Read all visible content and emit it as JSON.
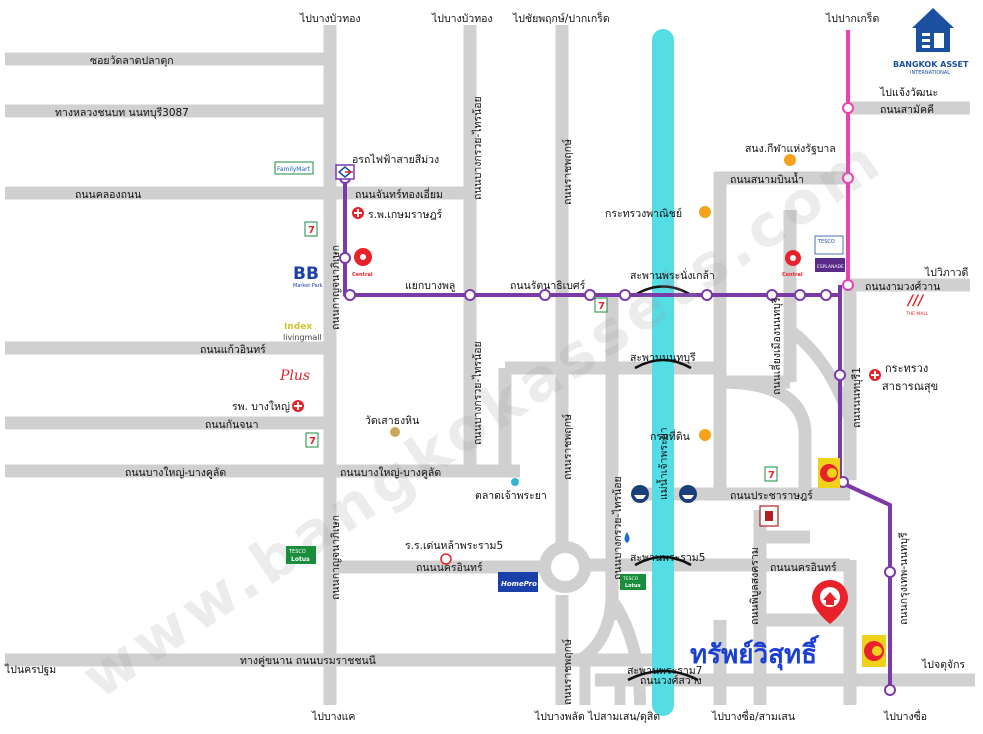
{
  "title": "ทรัพย์วิสุทธิ์",
  "brand": {
    "name": "BANGKOK ASSET",
    "sub": "INTERNATIONAL"
  },
  "watermark": "www.bangkokassets.com",
  "colors": {
    "road": "#cfcfcf",
    "river": "#55dde6",
    "purple_line": "#7b3aa8",
    "pink_line": "#ec3fb6",
    "marker_red": "#e8222a",
    "orange_dot": "#f6a21d"
  },
  "roads": {
    "soi_wat_lat_pla_duk": "ซอยวัดลาดปลาดุก",
    "rural_road_3087": "ทางหลวงชนบท นนทบุรี3087",
    "khlong_thanon": "ถนนคลองถนน",
    "chan_thong_iam": "ถนนจันทร์ทองเอี่ยม",
    "yaek_bang_phlu": "แยกบางพลู",
    "rattanathibet": "ถนนรัตนาธิเบศร์",
    "kaew_in": "ถนนแก้วอินทร์",
    "kanchana": "ถนนกันจนา",
    "bang_yai_bang_khu_lat_w": "ถนนบางใหญ่-บางคูลัด",
    "bang_yai_bang_khu_lat_e": "ถนนบางใหญ่-บางคูลัด",
    "nakhon_in_w": "ถนนนครอินทร์",
    "nakhon_in_e": "ถนนนครอินทร์",
    "parallel_borommaratchachonnani": "ทางคู่ขนาน ถนนบรมราชชนนี",
    "kanchanaphisek_top": "ถนนกาญจนาภิเษก",
    "kanchanaphisek_bottom": "ถนนกาญจนาภิเษก",
    "bang_kruai_sai_noi_top": "ถนนบางกรวย-ไทรน้อย",
    "bang_kruai_sai_noi_mid": "ถนนบางกรวย-ไทรน้อย",
    "bang_kruai_sai_noi_low": "ถนนบางกรวย-ไทรน้อย",
    "ratchaphruek_top": "ถนนราชพฤกษ์",
    "ratchaphruek_mid": "ถนนราชพฤกษ์",
    "ratchaphruek_low": "ถนนราชพฤกษ์",
    "sanambin_nam": "ถนนสนามบินน้ำ",
    "liang_mueang_nonthaburi": "ถนนเลี่ยงเมืองนนทบุรี",
    "ngam_wong_wan": "ถนนงามวงศ์วาน",
    "samakkhi": "ถนนสามัคคี",
    "nonthaburi_1": "ถนนนนทบุรี1",
    "pracharat": "ถนนประชาราษฎร์",
    "phibun_songkhram": "ถนนพิบูลสงคราม",
    "krung_thep_nonthaburi": "ถนนกรุงเทพ-นนทบุรี",
    "wong_sawang": "ถนนวงศ์สว่าง",
    "river": "แม่น้ำเจ้าพระยา"
  },
  "bridges": {
    "phra_nang_klao": "สะพานพระนั่งเกล้า",
    "nonthaburi": "สะพานนนทบุรี",
    "rama5": "สะพานพระราม5",
    "rama7": "สะพานพระราม7"
  },
  "destinations": {
    "bang_bua_thong_1": "ไปบางบัวทอง",
    "bang_bua_thong_2": "ไปบางบัวทอง",
    "chaiyaphruek_pak_kret": "ไปชัยพฤกษ์/ปากเกร็ด",
    "pak_kret": "ไปปากเกร็ด",
    "chaeng_watthana": "ไปแจ้งวัฒนะ",
    "vibhavadi": "ไปวิภาวดี",
    "nakhon_pathom": "ไปนครปฐม",
    "bang_khae": "ไปบางแค",
    "bang_phlat_sam_sen": "ไปบางพลัด ไปสามเสน/ดุสิต",
    "bang_sue_sam_sen": "ไปบางซื่อ/สามเสน",
    "bang_sue": "ไปบางซื่อ",
    "chatuchak": "ไปจตุจักร"
  },
  "landmarks": {
    "purple_line": "อรถไฟฟ้าสายสีม่วง",
    "kasemrad_hospital": "ร.พ.เกษมราษฎร์",
    "bang_yai_hospital": "รพ. บางใหญ่",
    "wat_sao_thong_hin": "วัดเสาธงหิน",
    "bang_yai_market": "ตลาดเจ้าพระยา",
    "den_la_school": "ร.ร.เด่นหล้าพระราม5",
    "commerce_ministry": "กระทรวงพาณิชย์",
    "sports_stadium": "สนง.กีฬาแห่งรัฐบาล",
    "public_health_1": "กระทรวง",
    "public_health_2": "สาธารณสุข",
    "land_department": "กรมที่ดิน",
    "familymart": "FamilyMart",
    "central_1": "Central",
    "central_2": "Central",
    "index": "Index",
    "index_sub": "livingmall",
    "tesco_1": "TESCO",
    "tesco_1b": "Lotus",
    "tesco_2": "TESCO",
    "tesco_2b": "Lotus",
    "tesco_3": "TESCO",
    "tesco_3b": "Lotus",
    "homepro": "HomePro",
    "esplanade": "ESPLANADE",
    "the_mall": "THE MALL",
    "bb": "BB",
    "bb_sub": "Market Park",
    "plus": "Plus",
    "seven_1": "7",
    "seven_2": "7",
    "seven_3": "7",
    "seven_4": "7"
  }
}
